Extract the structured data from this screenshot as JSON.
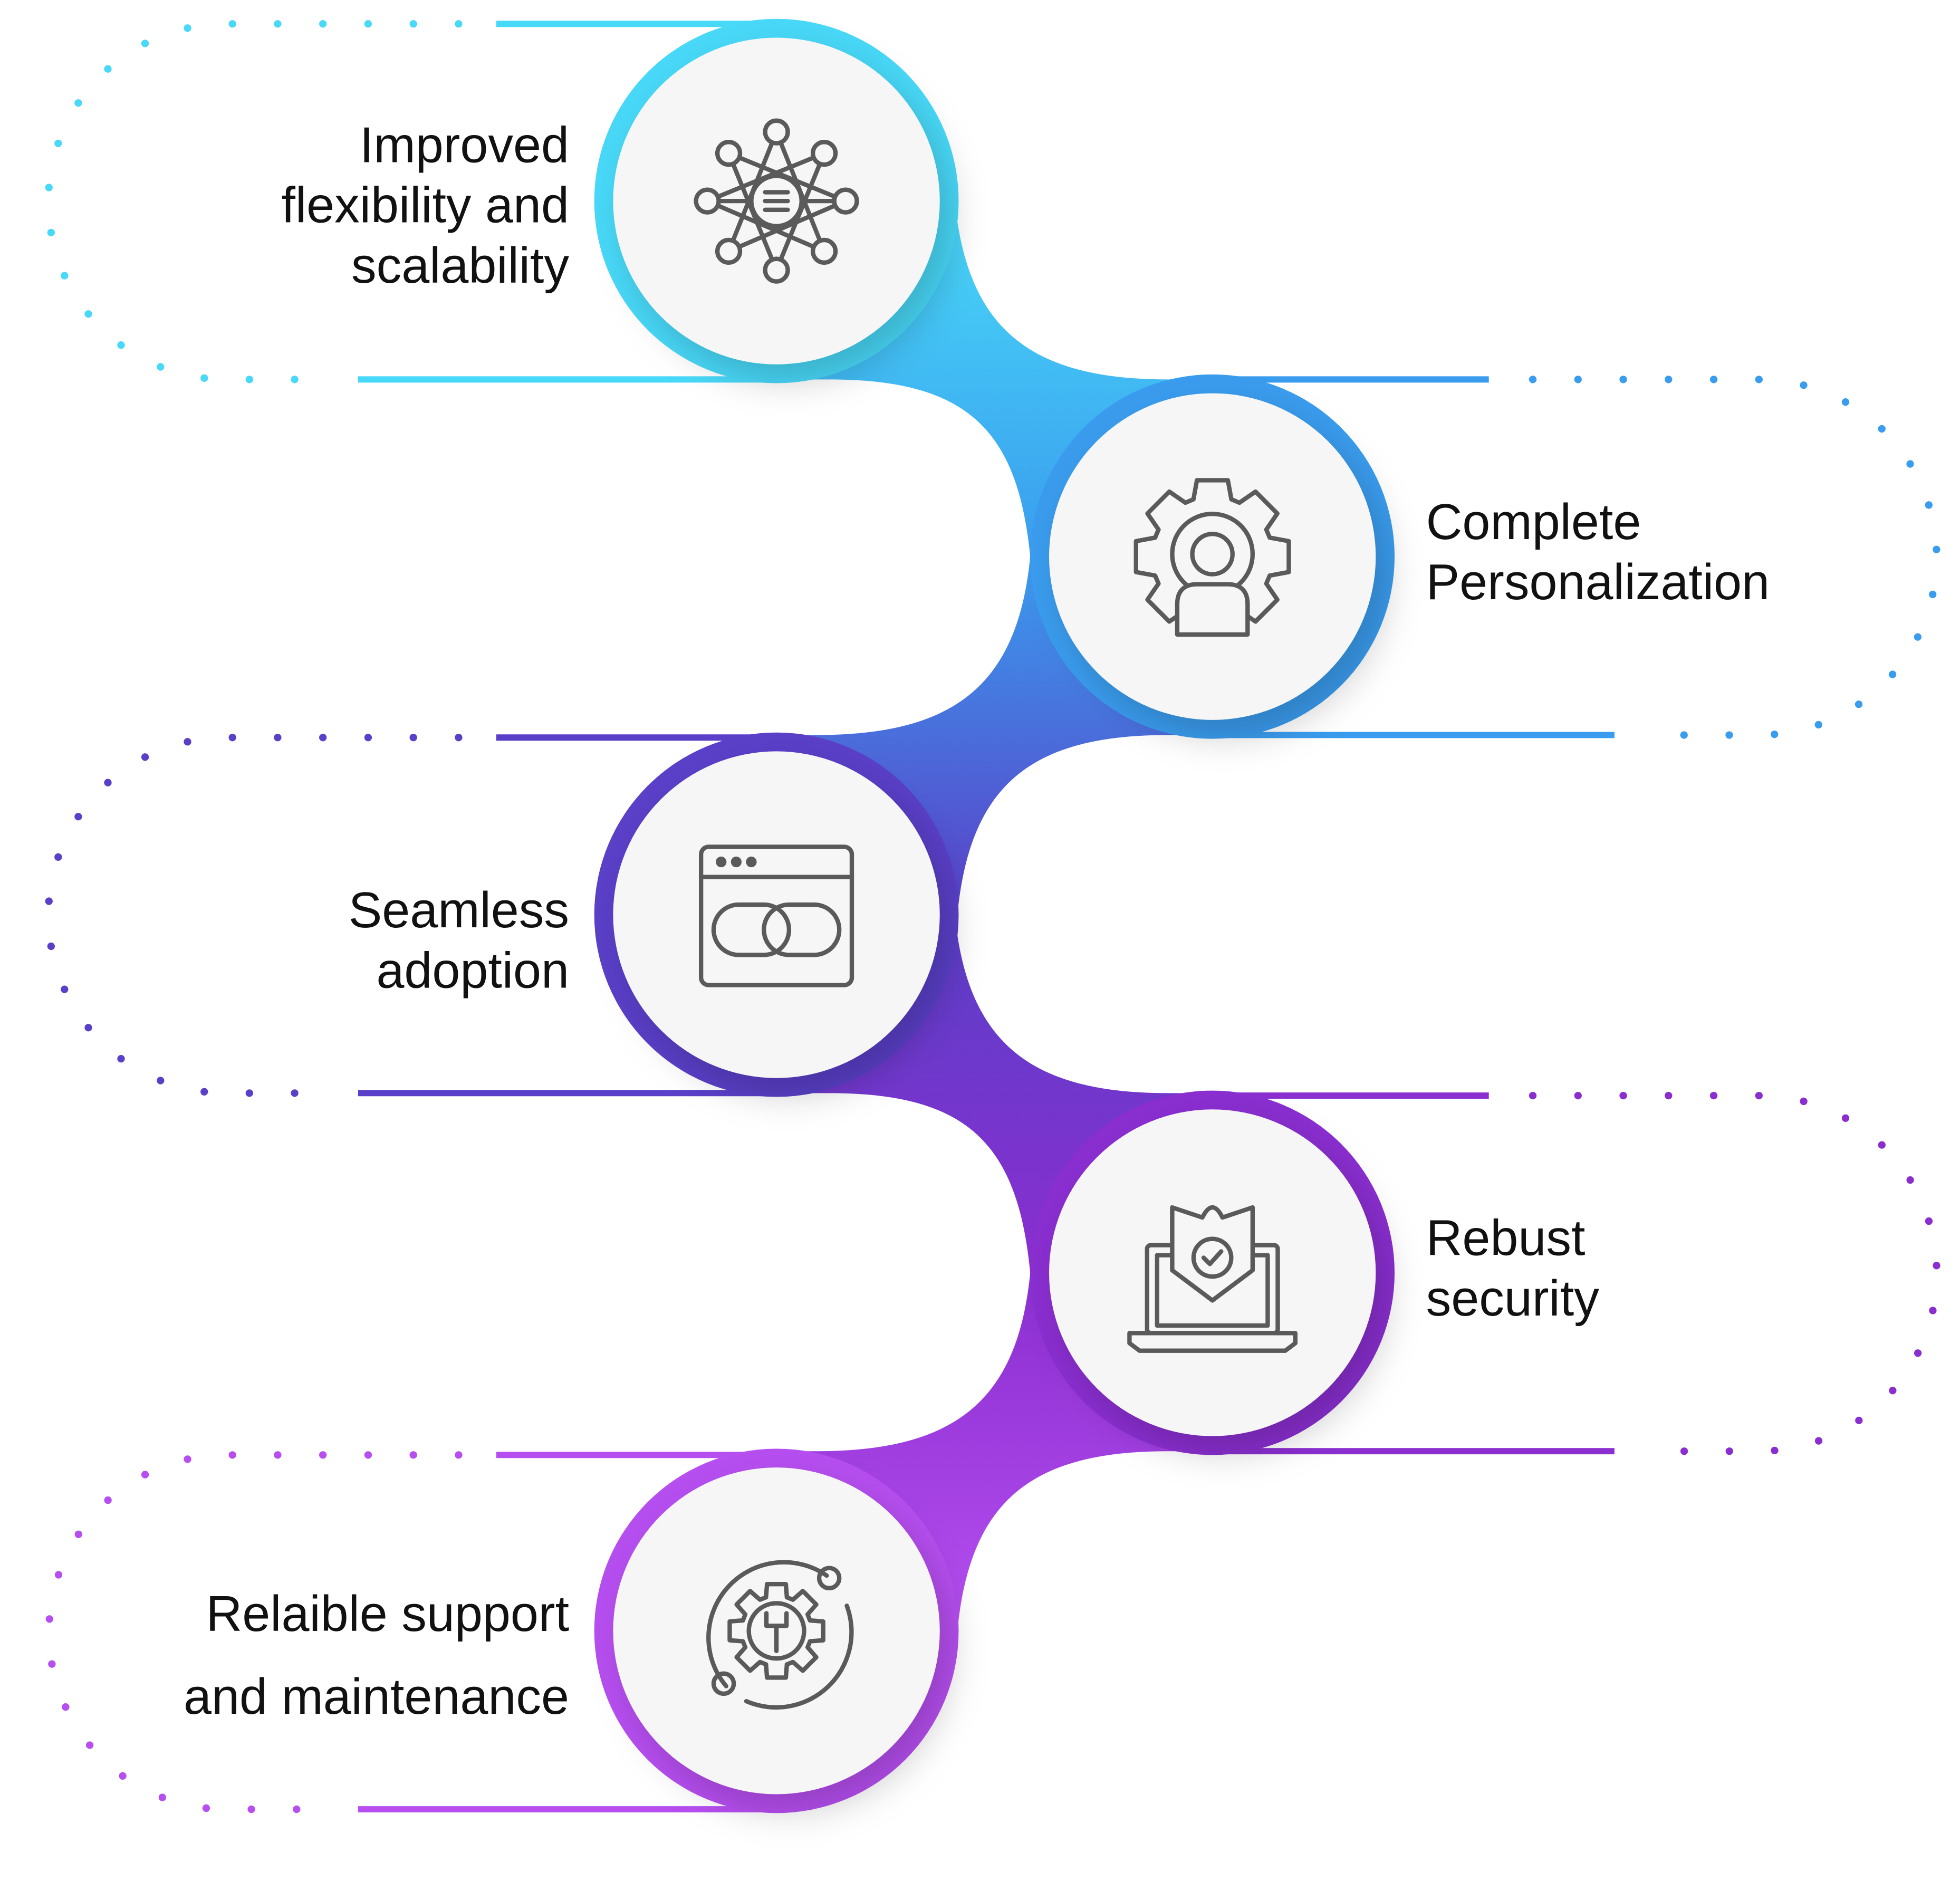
{
  "items": [
    {
      "lines": [
        "Improved",
        "flexibility and",
        "scalability"
      ],
      "icon": "network-icon",
      "color": "#48d8f8"
    },
    {
      "lines": [
        "Complete",
        "Personalization"
      ],
      "icon": "user-gear-icon",
      "color": "#3a9cee"
    },
    {
      "lines": [
        "Seamless",
        "adoption"
      ],
      "icon": "browser-link-icon",
      "color": "#5a3fc8"
    },
    {
      "lines": [
        "Rebust",
        "security"
      ],
      "icon": "laptop-shield-icon",
      "color": "#8a2ed0"
    },
    {
      "lines": [
        "Relaible support",
        "and maintenance"
      ],
      "icon": "wrench-gear-icon",
      "color": "#b64ef0"
    }
  ],
  "icon_color": "#5a5a5a"
}
